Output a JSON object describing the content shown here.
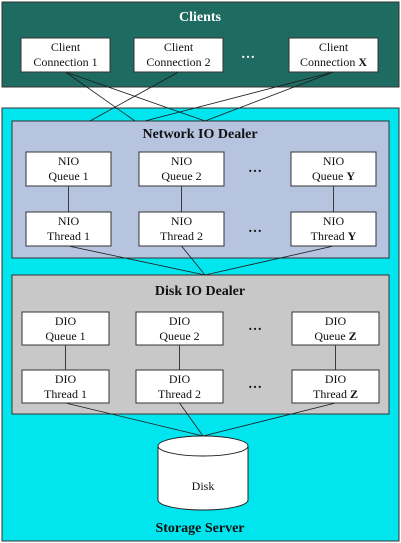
{
  "colors": {
    "clients_bg": "#1e6b62",
    "server_bg": "#00e5ee",
    "network_panel_bg": "#b7c4e0",
    "disk_panel_bg": "#c8c8c8",
    "box_fill": "#ffffff",
    "line": "#1a1a1a"
  },
  "clients": {
    "title": "Clients",
    "connections": [
      {
        "line1": "Client",
        "line2": "Connection 1",
        "bold_suffix": ""
      },
      {
        "line1": "Client",
        "line2": "Connection 2",
        "bold_suffix": ""
      },
      {
        "line1": "Client",
        "line2": "Connection ",
        "bold_suffix": "X"
      }
    ],
    "ellipsis": "…"
  },
  "network": {
    "title": "Network IO Dealer",
    "queues": [
      {
        "line1": "NIO",
        "line2": "Queue 1",
        "bold_suffix": ""
      },
      {
        "line1": "NIO",
        "line2": "Queue 2",
        "bold_suffix": ""
      },
      {
        "line1": "NIO",
        "line2": "Queue ",
        "bold_suffix": "Y"
      }
    ],
    "threads": [
      {
        "line1": "NIO",
        "line2": "Thread 1",
        "bold_suffix": ""
      },
      {
        "line1": "NIO",
        "line2": "Thread 2",
        "bold_suffix": ""
      },
      {
        "line1": "NIO",
        "line2": "Thread ",
        "bold_suffix": "Y"
      }
    ],
    "ellipsis": "…"
  },
  "disk_dealer": {
    "title": "Disk IO Dealer",
    "queues": [
      {
        "line1": "DIO",
        "line2": "Queue 1",
        "bold_suffix": ""
      },
      {
        "line1": "DIO",
        "line2": "Queue 2",
        "bold_suffix": ""
      },
      {
        "line1": "DIO",
        "line2": "Queue ",
        "bold_suffix": "Z"
      }
    ],
    "threads": [
      {
        "line1": "DIO",
        "line2": "Thread 1",
        "bold_suffix": ""
      },
      {
        "line1": "DIO",
        "line2": "Thread 2",
        "bold_suffix": ""
      },
      {
        "line1": "DIO",
        "line2": "Thread ",
        "bold_suffix": "Z"
      }
    ],
    "ellipsis": "…"
  },
  "disk": {
    "label": "Disk"
  },
  "server": {
    "title": "Storage Server"
  }
}
